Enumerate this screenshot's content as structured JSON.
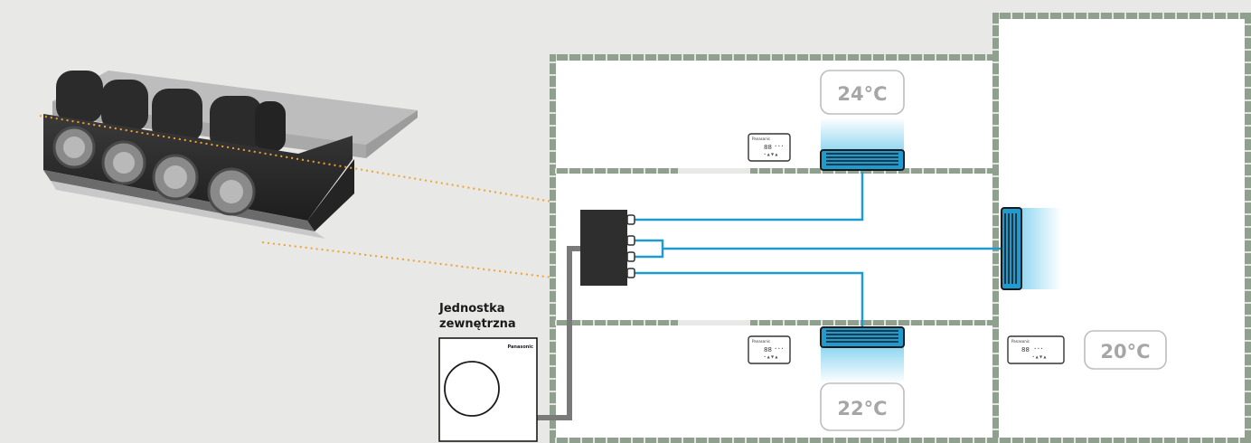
{
  "outdoor_unit": {
    "label_line1": "Jednostka",
    "label_line2": "zewnętrzna",
    "brand": "Panasonic"
  },
  "rooms": [
    {
      "temperature": "24°C"
    },
    {
      "temperature": "22°C"
    },
    {
      "temperature": "20°C"
    }
  ],
  "controller": {
    "brand": "Panasonic",
    "display": "88"
  },
  "colors": {
    "background": "#e8e9e6",
    "wall": "#8fa08f",
    "pipe_blue": "#1f9bd0",
    "pipe_grey": "#7a7a7a",
    "dotted_line": "#f0a030",
    "temp_text": "#a6a6a6",
    "unit_body": "#2e2e2e"
  }
}
